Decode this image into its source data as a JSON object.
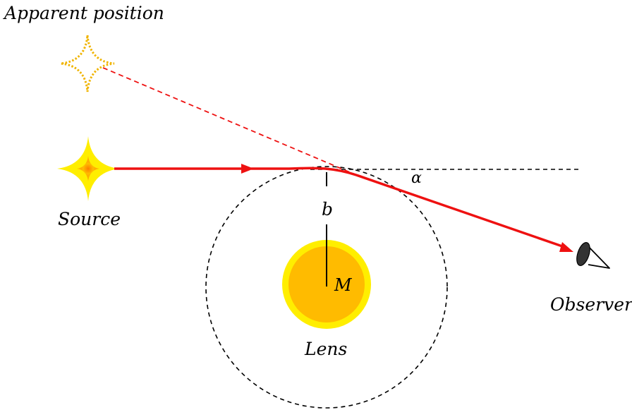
{
  "labels": {
    "apparent_position": "Apparent position",
    "source": "Source",
    "observer": "Observer",
    "lens": "Lens",
    "impact_parameter": "b",
    "mass": "M",
    "deflection_angle": "α"
  },
  "colors": {
    "light_ray": "#ee1111",
    "dashed_lines": "#000000",
    "star_fill": "#ffee00",
    "star_core": "#ff9900",
    "apparent_star": "#f0b400",
    "lens_halo": "#ffee00",
    "lens_body": "#ffbb00",
    "eye": "#333333"
  },
  "icons": {
    "source_star": "four-point-star-icon",
    "apparent_star": "dotted-star-outline-icon",
    "lens_body": "sun-icon",
    "observer_eye": "eye-icon",
    "ray_direction": "arrowhead-icon"
  }
}
